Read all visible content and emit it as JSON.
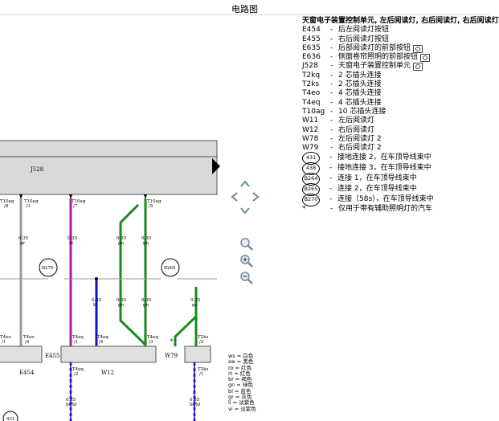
{
  "title": "电路图",
  "legend": {
    "heading": "天窗电子装置控制单元, 左后阅读灯, 右后阅读灯, 右后阅读灯",
    "items": [
      {
        "code": "E454",
        "text": "后左阅读灯按钮",
        "camera": false
      },
      {
        "code": "E455",
        "text": "右后阅读灯按钮",
        "camera": false
      },
      {
        "code": "E635",
        "text": "后部阅读灯的前部按钮",
        "camera": true
      },
      {
        "code": "E636",
        "text": "侧面卷帘照明的前部按钮",
        "camera": true
      },
      {
        "code": "J528",
        "text": "天窗电子装置控制单元",
        "camera": true
      },
      {
        "code": "T2kq",
        "text": "2 芯插头连接",
        "camera": false
      },
      {
        "code": "T2ks",
        "text": "2 芯插头连接",
        "camera": false
      },
      {
        "code": "T4eo",
        "text": "4 芯插头连接",
        "camera": false
      },
      {
        "code": "T4eq",
        "text": "4 芯插头连接",
        "camera": false
      },
      {
        "code": "T10ag",
        "text": "10 芯插头连接",
        "camera": false
      },
      {
        "code": "W11",
        "text": "左后阅读灯",
        "camera": false
      },
      {
        "code": "W12",
        "text": "右后阅读灯",
        "camera": false
      },
      {
        "code": "W78",
        "text": "左后阅读灯 2",
        "camera": false
      },
      {
        "code": "W79",
        "text": "右后阅读灯 2",
        "camera": false
      }
    ],
    "grounds": [
      {
        "code": "431",
        "text": "接地连接 2，在车顶导线束中"
      },
      {
        "code": "438",
        "text": "接地连接 3，在车顶导线束中"
      },
      {
        "code": "B264",
        "text": "连接 1，在车顶导线束中"
      },
      {
        "code": "B265",
        "text": "连接 2，在车顶导线束中"
      },
      {
        "code": "B270",
        "text": "连接（58s），在车顶导线束中"
      }
    ],
    "footnote_code": "*",
    "footnote": "仅用于带有辅助照明灯的汽车"
  },
  "wire_colors": [
    "ws = 白色",
    "sw = 黑色",
    "ro = 红色",
    "rt = 红色",
    "br = 褐色",
    "gn = 绿色",
    "bl = 蓝色",
    "gr = 灰色",
    "li = 淡紫色",
    "vi = 淡紫色"
  ],
  "diagram": {
    "j528_label": "J528",
    "pins": [
      {
        "name": "T10ag",
        "num": "/8"
      },
      {
        "name": "T10ag",
        "num": "/3"
      },
      {
        "name": "T10ag",
        "num": "/7"
      },
      {
        "name": "T10ag",
        "num": "/5"
      }
    ],
    "wire_labels": [
      {
        "size": "0.35",
        "color": "gr"
      },
      {
        "size": "0.35",
        "color": "gr"
      },
      {
        "size": "0.35",
        "color": "vi"
      },
      {
        "size": "0.35",
        "color": "gn"
      },
      {
        "size": "0.35",
        "color": "gn"
      },
      {
        "size": "0.35",
        "color": "bl"
      },
      {
        "size": "0.35",
        "color": "gn"
      },
      {
        "size": "0.35",
        "color": "gn"
      },
      {
        "size": "0.35",
        "color": "br/bl"
      },
      {
        "size": "0.35",
        "color": "br/bl"
      }
    ],
    "conn_b270": "B270",
    "conn_b265": "B265",
    "ground_431": "431",
    "t4eo_1": "T4eo",
    "t4eo_1n": "/1",
    "t4eo_2": "T4eo",
    "t4eo_2n": "/4",
    "t4eq_1": "T4eq",
    "t4eq_1n": "/1",
    "t4eq_2": "T4eq",
    "t4eq_2n": "/4",
    "t4eq_3": "T4eq",
    "t4eq_3n": "/3",
    "t4eq_4": "T4eq",
    "t4eq_4n": "/2",
    "t2ks_1": "T2ks",
    "t2ks_1n": "/2",
    "t2ks_2": "T2ks",
    "t2ks_2n": "/1",
    "e454": "E454",
    "e455": "E455",
    "w12": "W12",
    "w79": "W79",
    "star": "*"
  }
}
